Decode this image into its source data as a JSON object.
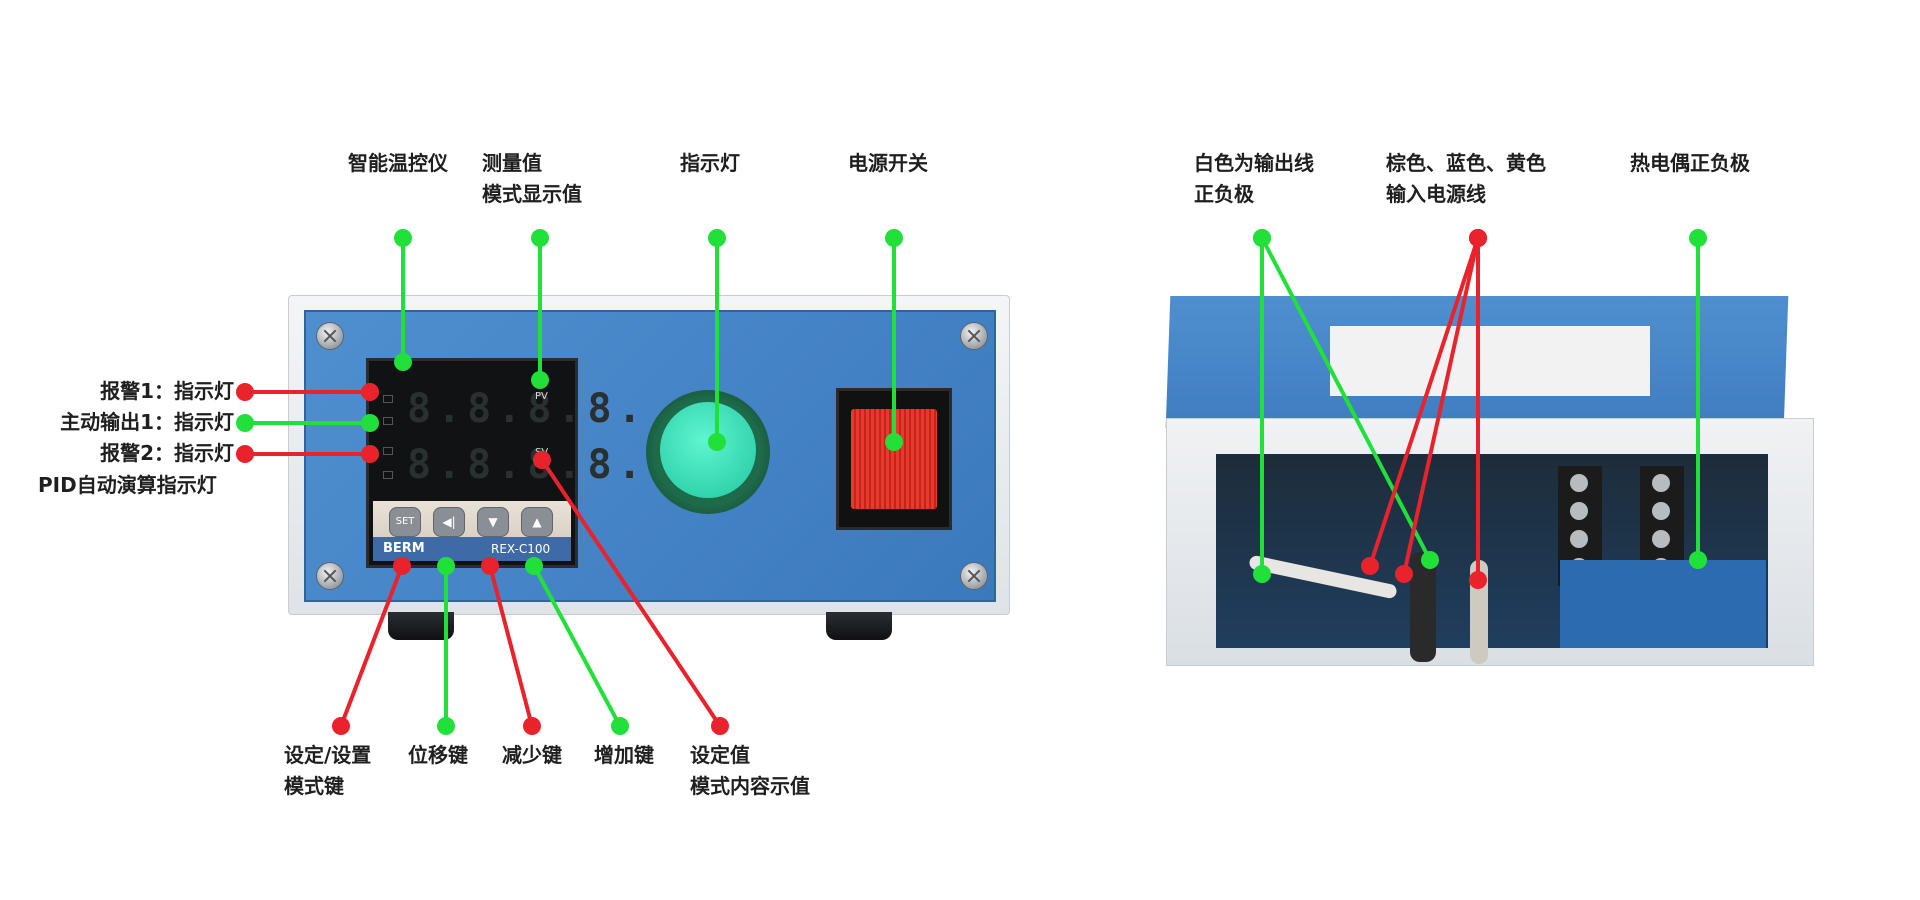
{
  "labels": {
    "controller": "智能温控仪",
    "pv_line1": "测量值",
    "pv_line2": "模式显示值",
    "indicator": "指示灯",
    "power_switch": "电源开关",
    "alarm1": "报警1：指示灯",
    "main_output": "主动输出1：指示灯",
    "alarm2": "报警2：指示灯",
    "pid": "PID自动演算指示灯",
    "set_key_line1": "设定/设置",
    "set_key_line2": "模式键",
    "shift_key": "位移键",
    "down_key": "减少键",
    "up_key": "增加键",
    "sv_line1": "设定值",
    "sv_line2": "模式内容示值",
    "white_line1": "白色为输出线",
    "white_line2": "正负极",
    "input_line1": "棕色、蓝色、黄色",
    "input_line2": "输入电源线",
    "thermocouple": "热电偶正负极"
  },
  "device": {
    "pv": "PV",
    "sv": "SV",
    "digits_top": "8.8.8.8.",
    "digits_bottom": "8.8.8.8.",
    "key_set": "SET",
    "brand": "BERM",
    "model": "REX-C100"
  },
  "colors": {
    "green": "#22e03a",
    "red": "#e8232c",
    "text": "#1f1f1f"
  },
  "icons": [
    "shift-left-icon",
    "down-arrow-icon",
    "up-arrow-icon"
  ]
}
